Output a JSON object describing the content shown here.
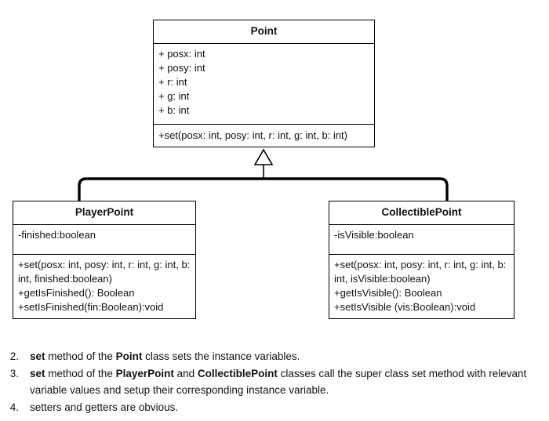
{
  "diagram": {
    "type": "uml-class-diagram",
    "relationship": "generalization",
    "classes": [
      {
        "id": "point",
        "name": "Point",
        "attributes": [
          "+ posx: int",
          "+ posy: int",
          "+ r: int",
          "+ g: int",
          "+ b: int"
        ],
        "operations": [
          "+set(posx: int, posy: int, r: int, g: int, b: int)"
        ]
      },
      {
        "id": "playerpoint",
        "name": "PlayerPoint",
        "attributes": [
          "-finished:boolean"
        ],
        "operations": [
          "+set(posx: int, posy: int, r: int, g: int, b: int, finished:boolean)",
          "+getIsFinished(): Boolean",
          "+setIsFinished(fin:Boolean):void"
        ]
      },
      {
        "id": "collectiblepoint",
        "name": "CollectiblePoint",
        "attributes": [
          "-isVisible:boolean"
        ],
        "operations": [
          "+set(posx: int, posy: int, r: int, g: int, b: int, isVisible:boolean)",
          "+getIsVisible(): Boolean",
          "+setIsVisible (vis:Boolean):void"
        ]
      }
    ]
  },
  "notes": [
    {
      "number": "2.",
      "segments": [
        {
          "text": "set",
          "bold": true
        },
        {
          "text": " method of the ",
          "bold": false
        },
        {
          "text": "Point",
          "bold": true
        },
        {
          "text": " class sets the instance variables.",
          "bold": false
        }
      ]
    },
    {
      "number": "3.",
      "segments": [
        {
          "text": "set",
          "bold": true
        },
        {
          "text": " method of the ",
          "bold": false
        },
        {
          "text": "PlayerPoint",
          "bold": true
        },
        {
          "text": " and ",
          "bold": false
        },
        {
          "text": "CollectiblePoint",
          "bold": true
        },
        {
          "text": " classes call the super class set method with relevant variable values and setup their corresponding instance variable.",
          "bold": false
        }
      ]
    },
    {
      "number": "4.",
      "segments": [
        {
          "text": "setters and getters are obvious.",
          "bold": false
        }
      ]
    }
  ],
  "colors": {
    "stroke": "#000000",
    "text": "#111114",
    "background": "#ffffff"
  }
}
